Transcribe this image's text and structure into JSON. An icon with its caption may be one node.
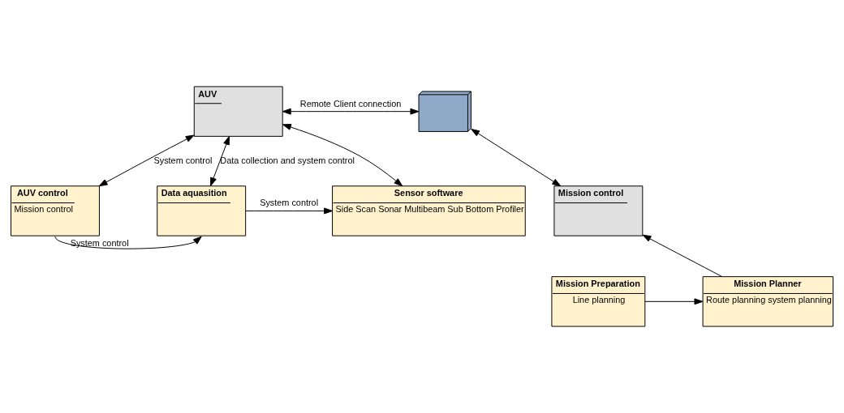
{
  "diagram": {
    "nodes": [
      {
        "text": [
          "AUV"
        ]
      },
      {
        "text": [
          "Data aquasition"
        ]
      },
      {
        "text": [
          "Sensor software",
          "Side Scan Sonar Multibeam Sub Bottom Profiler"
        ]
      },
      {
        "text": [
          "AUV control",
          "Mission control"
        ]
      },
      {
        "text": [],
        "shape": "picture"
      },
      {
        "text": [
          "Mission control"
        ]
      },
      {
        "text": [
          "Mission Preparation",
          "Line planning"
        ]
      },
      {
        "text": [
          "Mission Planner",
          "Route planning system planning"
        ]
      }
    ],
    "edges": [
      {
        "from": 0,
        "to": 4,
        "arrow": "both",
        "label": "Remote Client connection"
      },
      {
        "from": 0,
        "to": 1,
        "arrow": "both",
        "label": "Data collection and system control"
      },
      {
        "from": 0,
        "to": 2,
        "arrow": "both"
      },
      {
        "from": 0,
        "to": 3,
        "arrow": "both",
        "label": "System control"
      },
      {
        "from": 1,
        "to": 2,
        "arrow": "to",
        "label": "System control"
      },
      {
        "from": 3,
        "to": 1,
        "arrow": "to",
        "label": "System control"
      },
      {
        "from": 4,
        "to": 5,
        "arrow": "both"
      },
      {
        "from": 6,
        "to": 7,
        "arrow": "to"
      },
      {
        "from": 7,
        "to": 5,
        "arrow": "to"
      }
    ]
  }
}
